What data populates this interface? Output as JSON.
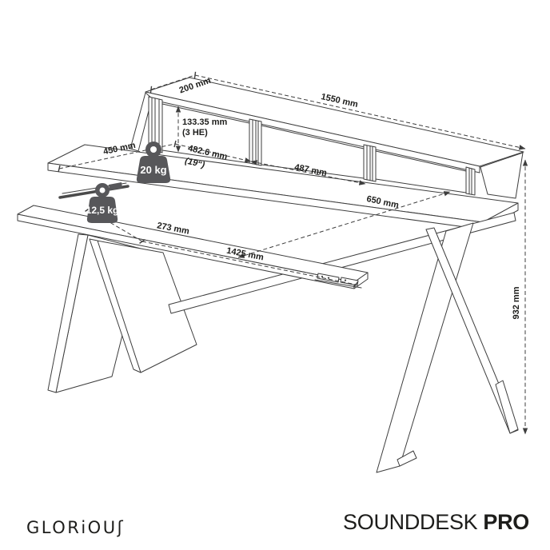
{
  "branding": {
    "logo_text": "GLORiOUʃ",
    "product_name": "SOUNDDESK",
    "product_variant": "PRO"
  },
  "colors": {
    "line": "#3e3e3e",
    "label": "#1d1d1b",
    "weight_fill": "#57575a",
    "background": "#ffffff"
  },
  "dimensions": {
    "top_shelf_depth": "200 mm",
    "top_shelf_width": "1550 mm",
    "rack_height": "133.35 mm",
    "rack_height_alt": "(3 HE)",
    "desk_side_depth": "450 mm",
    "rack_width": "482.6 mm",
    "rack_width_alt": "(19“)",
    "rack_opening_width": "487 mm",
    "desk_depth": "650 mm",
    "tray_depth": "273 mm",
    "tray_width": "1425 mm",
    "desk_height": "932 mm"
  },
  "load_capacities": {
    "desktop_max": "20 kg",
    "tray_max": "12,5 kg"
  }
}
